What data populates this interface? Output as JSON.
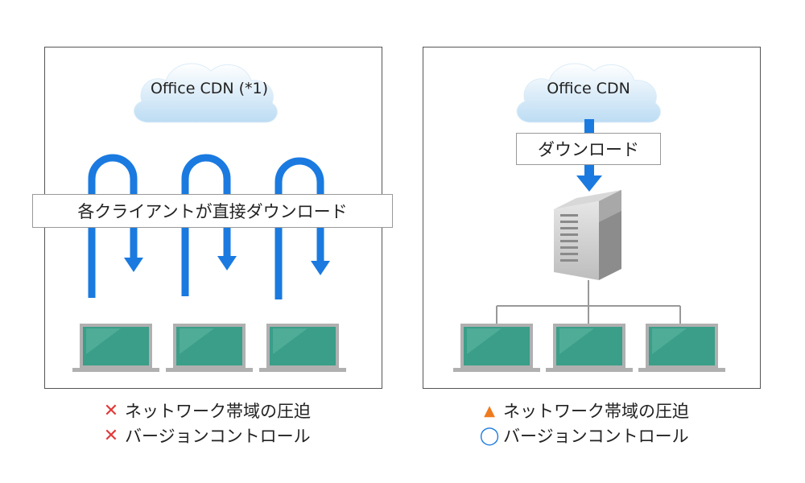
{
  "left": {
    "cloud_label": "Office CDN (*1)",
    "banner": "各クライアントが直接ダウンロード",
    "status": [
      {
        "mark": "✕",
        "mark_icon": "cross-icon",
        "text": "ネットワーク帯域の圧迫"
      },
      {
        "mark": "✕",
        "mark_icon": "cross-icon",
        "text": "バージョンコントロール"
      }
    ]
  },
  "right": {
    "cloud_label": "Office CDN",
    "download_label": "ダウンロード",
    "status": [
      {
        "mark": "▲",
        "mark_icon": "triangle-icon",
        "text": "ネットワーク帯域の圧迫"
      },
      {
        "mark": "◯",
        "mark_icon": "circle-icon",
        "text": "バージョンコントロール"
      }
    ]
  },
  "colors": {
    "arrow_blue": "#1a7ae0",
    "laptop_screen": "#3a9e88",
    "laptop_frame": "#b0b0b0",
    "cloud": "#cfe6f7",
    "cross_red": "#e03a3a",
    "triangle_orange": "#ef7a1e",
    "circle_blue": "#1a7ae0"
  }
}
